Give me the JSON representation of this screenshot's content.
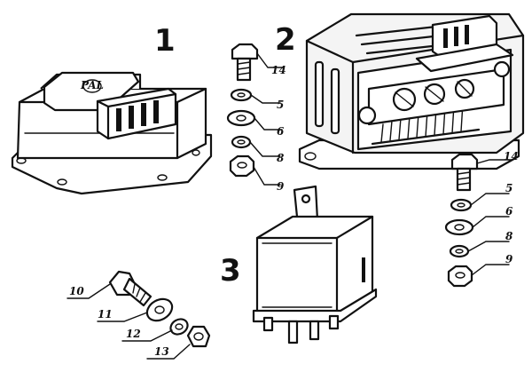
{
  "parts": {
    "regulator_box": {
      "number": "1",
      "badge": "PAL"
    },
    "regulator_open": {
      "number": "2"
    },
    "relay": {
      "number": "3"
    }
  },
  "hardware_stack_a": [
    "14",
    "5",
    "6",
    "8",
    "9"
  ],
  "hardware_stack_b": [
    "14",
    "5",
    "6",
    "8",
    "9"
  ],
  "hardware_stack_c": [
    "10",
    "11",
    "12",
    "13"
  ]
}
